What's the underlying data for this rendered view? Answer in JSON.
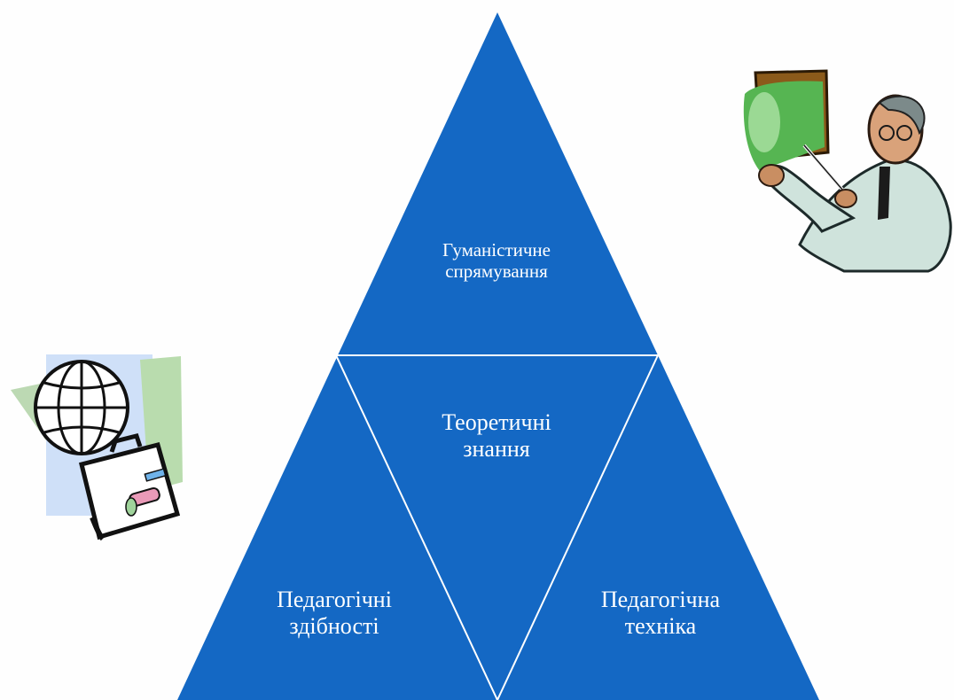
{
  "diagram": {
    "top_triangle_label": "Гуманістичне\nспрямування",
    "center_triangle_label": "Теоретичні\nзнання",
    "left_triangle_label": "Педагогічні\nздібності",
    "right_triangle_label": "Педагогічна\nтехніка"
  },
  "colors": {
    "background": "#fefefe",
    "triangle_fill": "#1565c0",
    "divider_lines": "#ffffff",
    "text": "#ffffff"
  },
  "icons": {
    "teacher_clipart": "teacher-at-chalkboard-icon",
    "travel_clipart": "globe-and-suitcase-icon"
  }
}
